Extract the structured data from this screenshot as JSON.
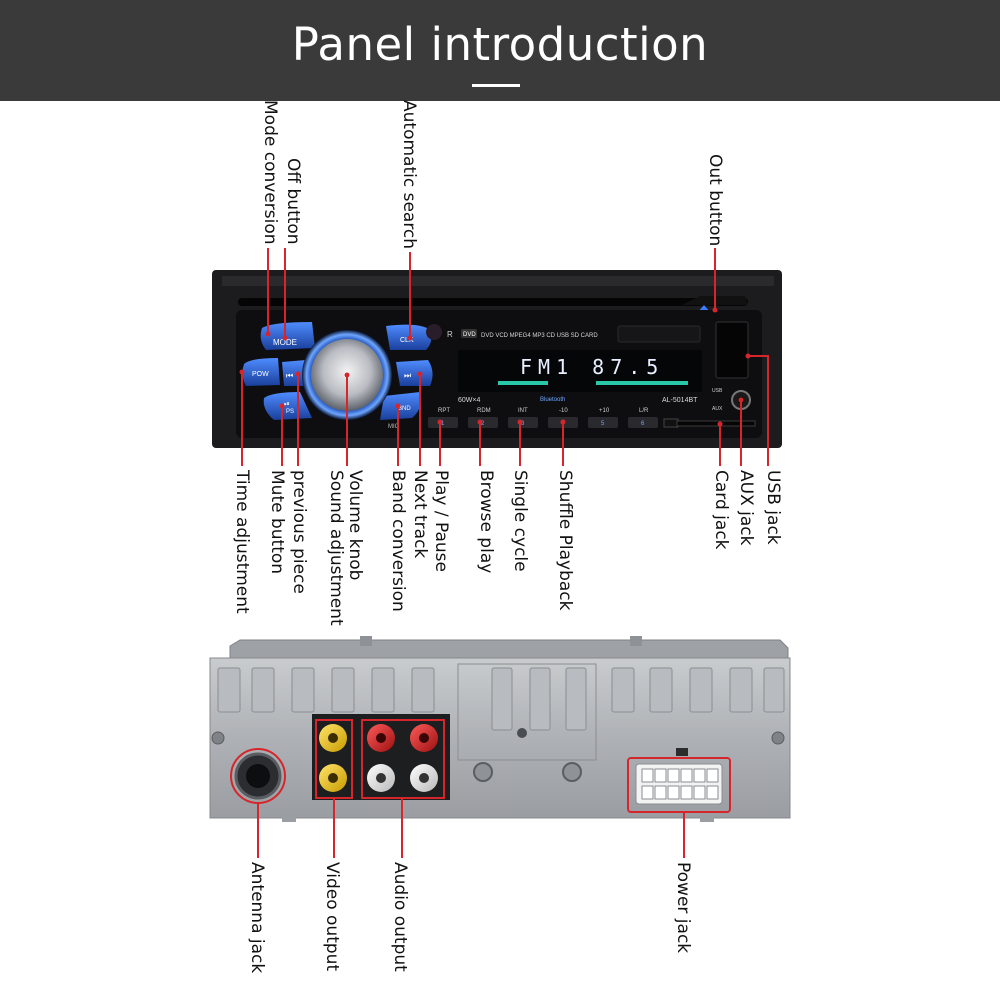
{
  "header": {
    "title": "Panel introduction"
  },
  "front_panel": {
    "labels_top": [
      "Mode conversion",
      "Off button",
      "Automatic search",
      "Out button"
    ],
    "labels_bottom": [
      "Time adjustment",
      "Mute button",
      "previous piece",
      "Sound adjustment",
      "Volume knob",
      "Band conversion",
      "Next track",
      "Play / Pause",
      "Browse play",
      "Single cycle",
      "Shuffle Playback",
      "Card jack",
      "AUX jack",
      "USB jack"
    ],
    "device": {
      "dvd_logo": "DVD",
      "formats": "DVD VCD MPEG4 MP3 CD USB SD CARD",
      "display_text": "FM1 87.5",
      "power_rating": "60W×4",
      "bluetooth": "Bluetooth",
      "model": "AL-5014BT",
      "usb": "USB",
      "aux": "AUX",
      "mic": "MIC",
      "btn_mode": "MODE",
      "btn_clk": "CLK",
      "btn_pow": "POW",
      "btn_ps": "PS",
      "btn_band": "BND",
      "btn_prev": "⏮",
      "btn_next": "⏭",
      "btn_play": "⏯",
      "presets": [
        {
          "label": "RPT",
          "num": "1"
        },
        {
          "label": "RDM",
          "num": "2"
        },
        {
          "label": "INT",
          "num": "3"
        },
        {
          "label": "-10",
          "num": "4"
        },
        {
          "label": "+10",
          "num": "5"
        },
        {
          "label": "L/R",
          "num": "6"
        }
      ]
    }
  },
  "rear_panel": {
    "labels": [
      "Antenna jack",
      "Video output",
      "Audio output",
      "Power jack"
    ]
  },
  "colors": {
    "callout": "#d6262b",
    "header_bg": "#3a3a3a",
    "button_glow": "#2d6fe0",
    "display_text": "#e8f0ff"
  }
}
